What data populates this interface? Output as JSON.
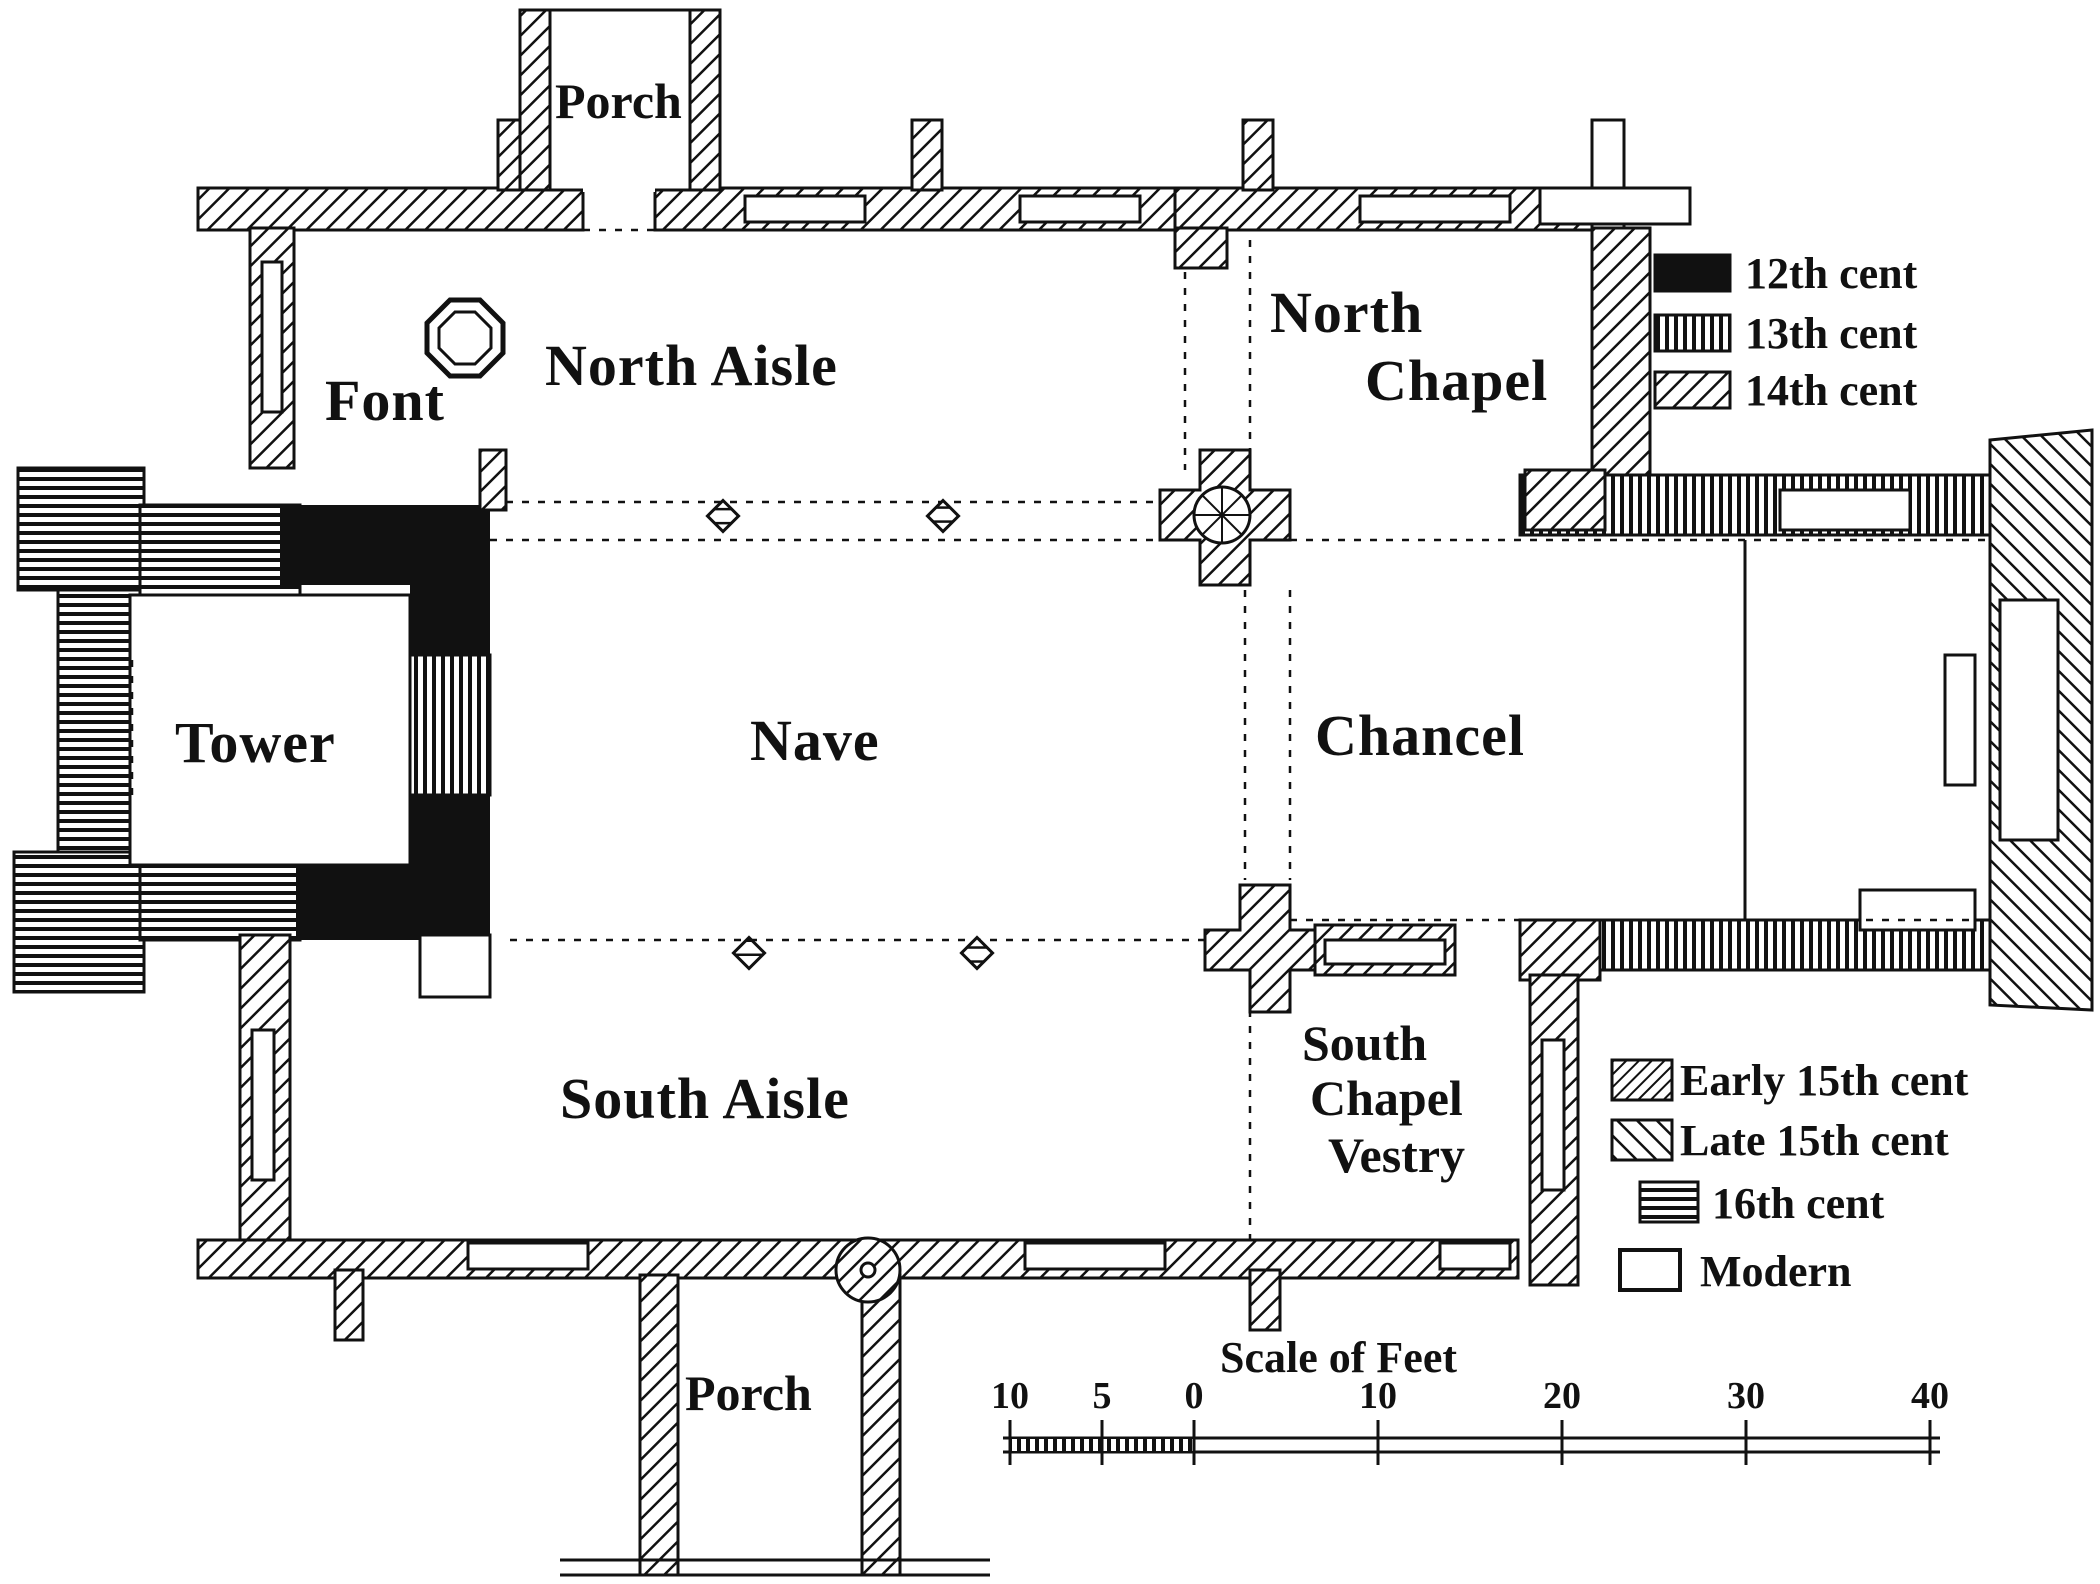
{
  "rooms": {
    "porch_north": "Porch",
    "north_aisle": "North Aisle",
    "font": "Font",
    "north_chapel_line1": "North",
    "north_chapel_line2": "Chapel",
    "tower": "Tower",
    "nave": "Nave",
    "chancel": "Chancel",
    "south_aisle": "South Aisle",
    "south_chapel_line1": "South",
    "south_chapel_line2": "Chapel",
    "vestry": "Vestry",
    "porch_south": "Porch"
  },
  "legend": {
    "items": [
      {
        "label": "12th cent",
        "pattern": "solid"
      },
      {
        "label": "13th cent",
        "pattern": "vertical"
      },
      {
        "label": "14th cent",
        "pattern": "diagonal"
      },
      {
        "label": "Early 15th cent",
        "pattern": "diagonal-dense"
      },
      {
        "label": "Late 15th cent",
        "pattern": "diagonal-back"
      },
      {
        "label": "16th cent",
        "pattern": "horizontal"
      },
      {
        "label": "Modern",
        "pattern": "blank"
      }
    ]
  },
  "scale": {
    "title": "Scale of Feet",
    "ticks": [
      "10",
      "5",
      "0",
      "10",
      "20",
      "30",
      "40"
    ]
  },
  "colors": {
    "ink": "#111111",
    "paper": "#ffffff"
  }
}
